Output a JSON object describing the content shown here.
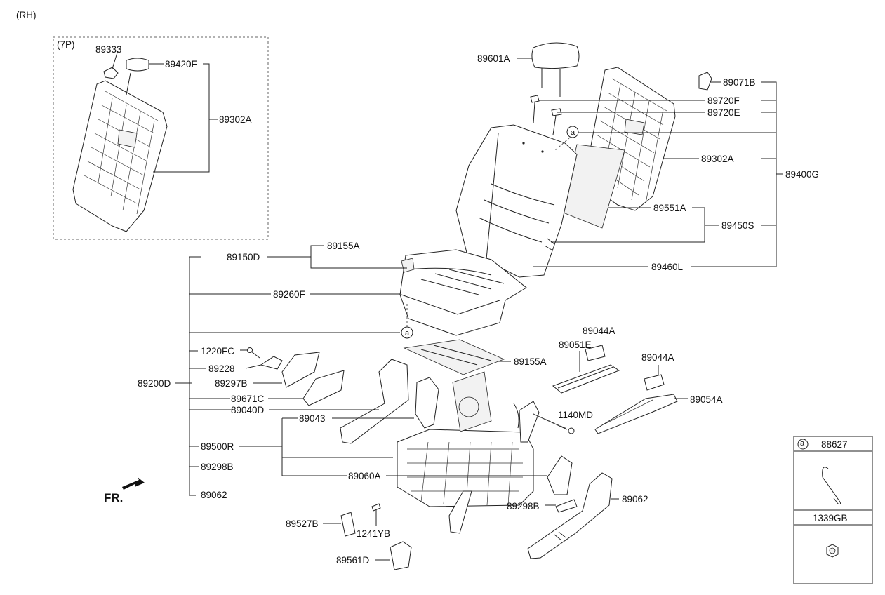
{
  "header": {
    "side": "(RH)"
  },
  "inset": {
    "variant": "(7P)",
    "labels": [
      "89333",
      "89420F",
      "89302A"
    ]
  },
  "parts": {
    "89601A": "89601A",
    "89071B": "89071B",
    "89720F": "89720F",
    "89720E": "89720E",
    "89302A": "89302A",
    "89400G": "89400G",
    "89551A": "89551A",
    "89450S": "89450S",
    "89460L": "89460L",
    "89150D": "89150D",
    "89155A_top": "89155A",
    "89260F": "89260F",
    "1220FC": "1220FC",
    "89228": "89228",
    "89200D": "89200D",
    "89297B": "89297B",
    "89671C": "89671C",
    "89040D": "89040D",
    "89043": "89043",
    "89500R": "89500R",
    "89298B_left": "89298B",
    "89062_left": "89062",
    "89060A": "89060A",
    "89155A_bottom": "89155A",
    "89044A_1": "89044A",
    "89051E": "89051E",
    "89044A_2": "89044A",
    "89054A": "89054A",
    "1140MD": "1140MD",
    "89298B_right": "89298B",
    "89062_right": "89062",
    "89527B": "89527B",
    "1241YB": "1241YB",
    "89561D": "89561D"
  },
  "reference_marker": "a",
  "direction": {
    "label": "FR."
  },
  "legend": {
    "marker": "a",
    "part1": "88627",
    "part2": "1339GB"
  }
}
